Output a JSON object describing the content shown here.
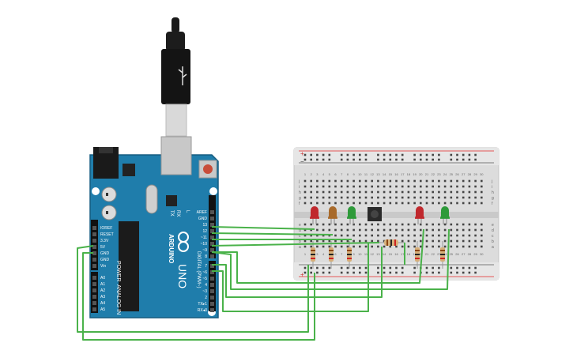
{
  "board": {
    "brand": "ARDUINO",
    "model": "UNO",
    "power_label": "POWER",
    "analog_label": "ANALOG IN",
    "digital_label": "DIGITAL (PWM~)",
    "tx_label": "TX",
    "rx_label": "RX",
    "led_l_label": "L",
    "power_pins": [
      "IOREF",
      "RESET",
      "3.3V",
      "5V",
      "GND",
      "GND",
      "Vin"
    ],
    "analog_pins": [
      "A0",
      "A1",
      "A2",
      "A3",
      "A4",
      "A5"
    ],
    "digital_top_pins": [
      "AREF",
      "GND",
      "13",
      "12",
      "~11",
      "~10",
      "~9",
      "8"
    ],
    "digital_bottom_pins": [
      "7",
      "~6",
      "~5",
      "4",
      "~3",
      "2",
      "TX▸1",
      "RX◂0"
    ]
  },
  "breadboard": {
    "column_numbers": [
      "1",
      "2",
      "3",
      "4",
      "5",
      "6",
      "7",
      "8",
      "9",
      "10",
      "11",
      "12",
      "13",
      "14",
      "15",
      "16",
      "17",
      "18",
      "19",
      "20",
      "21",
      "22",
      "23",
      "24",
      "25",
      "26",
      "27",
      "28",
      "29",
      "30"
    ],
    "row_letters_top": [
      "j",
      "i",
      "h",
      "g",
      "f"
    ],
    "row_letters_bottom": [
      "e",
      "d",
      "c",
      "b",
      "a"
    ],
    "rail_plus": "+",
    "rail_minus": "−"
  },
  "components": {
    "leds": [
      {
        "color": "#c0282d",
        "label": "red-led"
      },
      {
        "color": "#a86a2b",
        "label": "yellow-led"
      },
      {
        "color": "#2e9a3a",
        "label": "green-led"
      },
      {
        "color": "#c0282d",
        "label": "red-led"
      },
      {
        "color": "#2e9a3a",
        "label": "green-led"
      }
    ],
    "wire_color": "#4ab24a"
  }
}
